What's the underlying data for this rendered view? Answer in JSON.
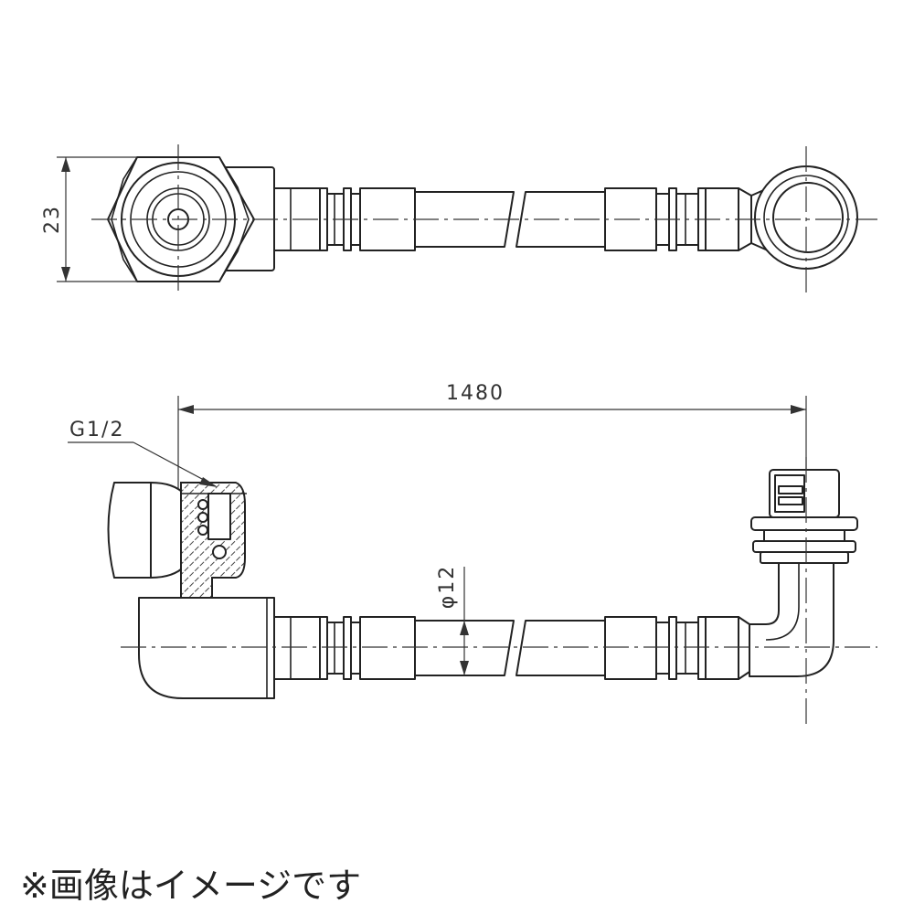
{
  "dimensions": {
    "width_label": "23",
    "length_label": "1480",
    "thread_label": "G1/2",
    "diameter_label": "φ12"
  },
  "note": "※画像はイメージです"
}
